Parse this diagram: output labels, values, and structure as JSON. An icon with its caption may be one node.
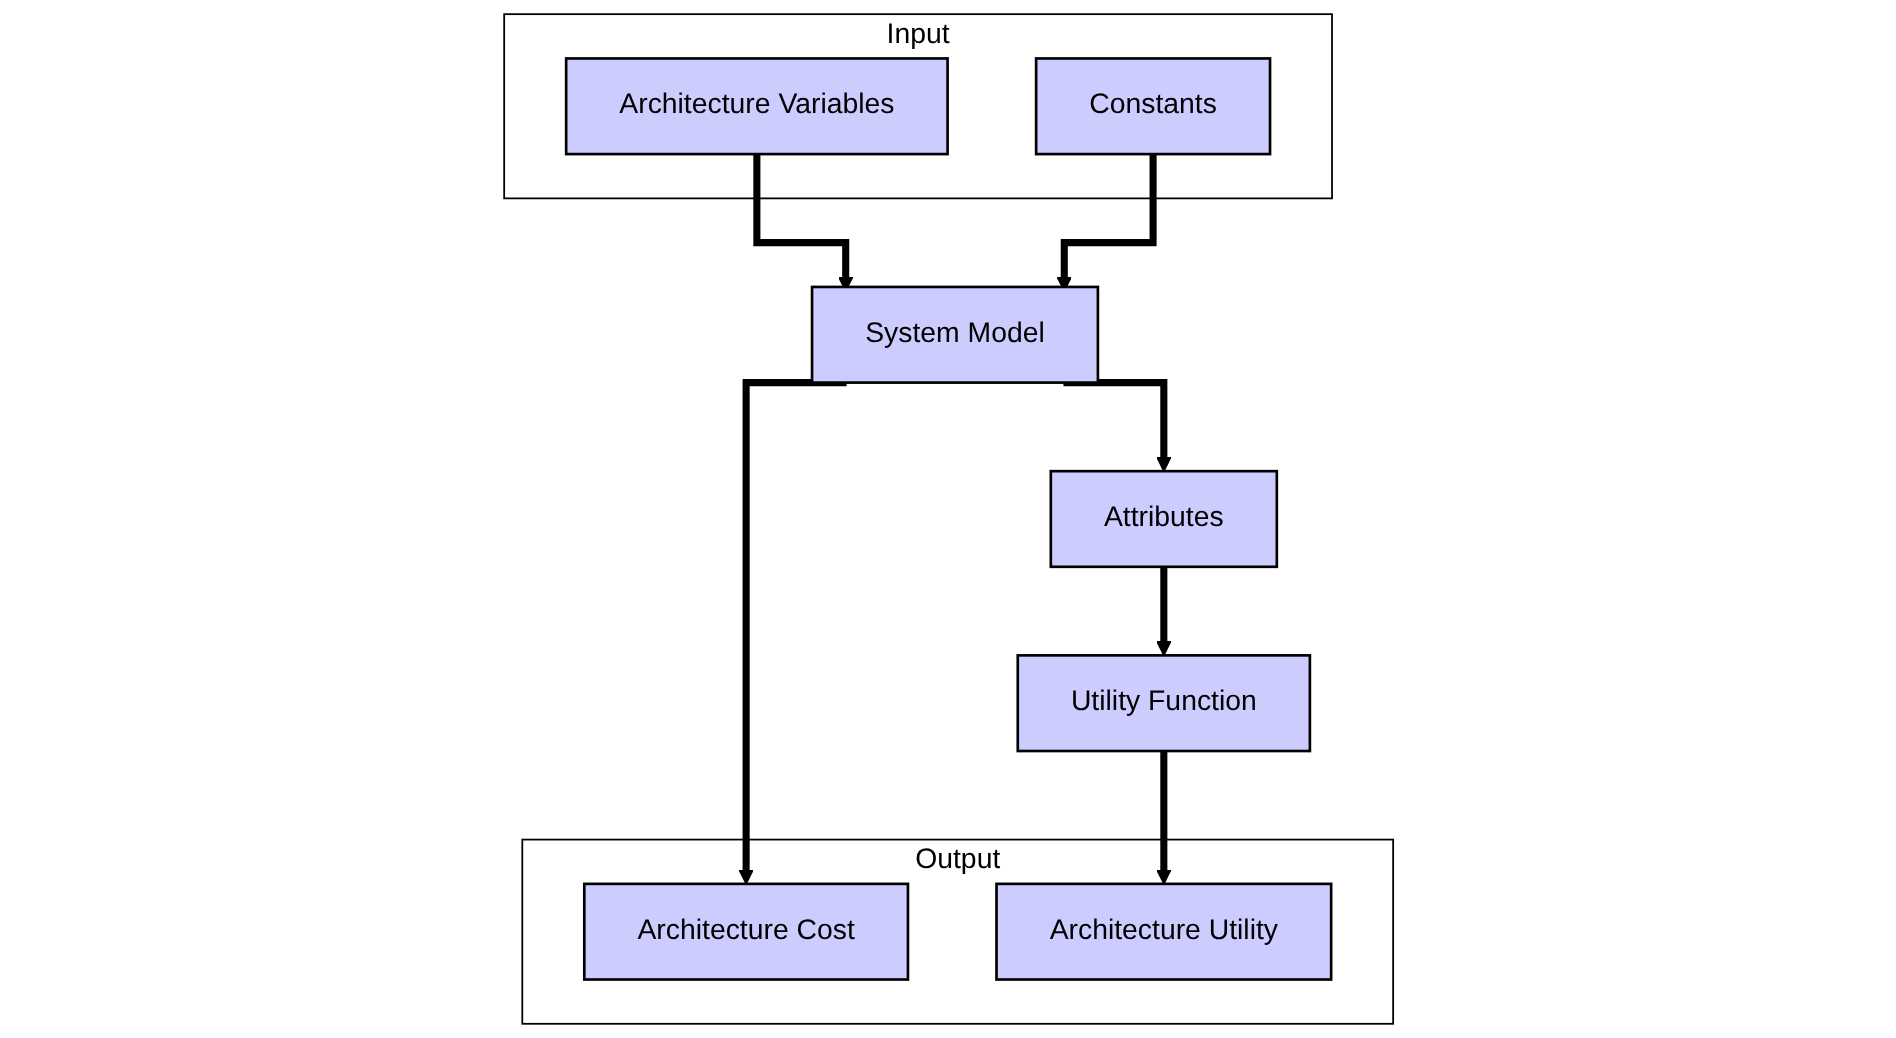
{
  "diagram": {
    "nodes": [
      {
        "text": [
          "Input"
        ]
      },
      {
        "text": [
          "Architecture Variables"
        ],
        "in": 0
      },
      {
        "text": [
          "Constants"
        ],
        "in": 0
      },
      {
        "text": [
          "System Model"
        ]
      },
      {
        "text": [
          "Attributes"
        ]
      },
      {
        "text": [
          "Utility Function"
        ]
      },
      {
        "text": [
          "Output"
        ]
      },
      {
        "text": [
          "Architecture Cost"
        ],
        "in": 6
      },
      {
        "text": [
          "Architecture Utility"
        ],
        "in": 6
      }
    ],
    "edges": [
      {
        "from": 1,
        "to": 3,
        "arrow": "to"
      },
      {
        "from": 2,
        "to": 3,
        "arrow": "to"
      },
      {
        "from": 3,
        "to": 4,
        "arrow": "to"
      },
      {
        "from": 4,
        "to": 5,
        "arrow": "to"
      },
      {
        "from": 3,
        "to": 7,
        "arrow": "to"
      },
      {
        "from": 5,
        "to": 8,
        "arrow": "to"
      }
    ]
  }
}
